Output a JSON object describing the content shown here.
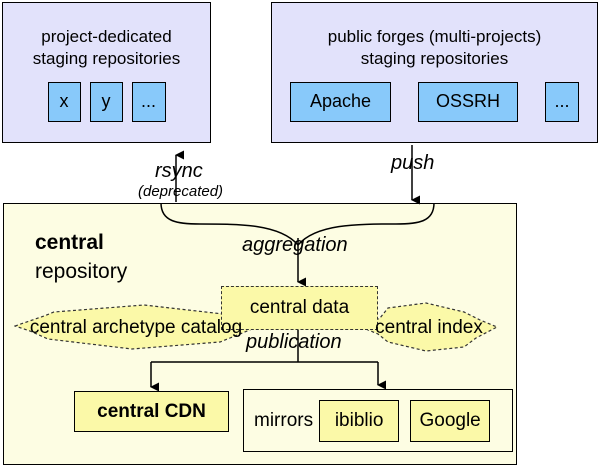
{
  "diagram": {
    "title": "Maven central repository publication flow",
    "colors": {
      "staging_panel_bg": "#e2e2fb",
      "staging_chip_bg": "#88c9fa",
      "central_panel_bg": "#fdfde3",
      "yellow_node_bg": "#fbf9a8",
      "stroke": "#000000"
    }
  },
  "project_staging": {
    "title": "project-dedicated\nstaging repositories",
    "chips": [
      {
        "label": "x"
      },
      {
        "label": "y"
      },
      {
        "label": "..."
      }
    ]
  },
  "forge_staging": {
    "title": "public forges (multi-projects)\nstaging repositories",
    "chips": [
      {
        "label": "Apache"
      },
      {
        "label": "OSSRH"
      },
      {
        "label": "..."
      }
    ]
  },
  "edges": {
    "rsync": "rsync",
    "rsync_note": "(deprecated)",
    "push": "push",
    "aggregation": "aggregation",
    "publication": "publication"
  },
  "central": {
    "title_bold": "central",
    "title_thin": "repository",
    "central_data": "central data",
    "archetype_catalog": "central archetype catalog",
    "central_index": "central index",
    "central_cdn": "central CDN",
    "mirrors_label": "mirrors",
    "mirrors": [
      {
        "label": "ibiblio"
      },
      {
        "label": "Google"
      }
    ]
  }
}
